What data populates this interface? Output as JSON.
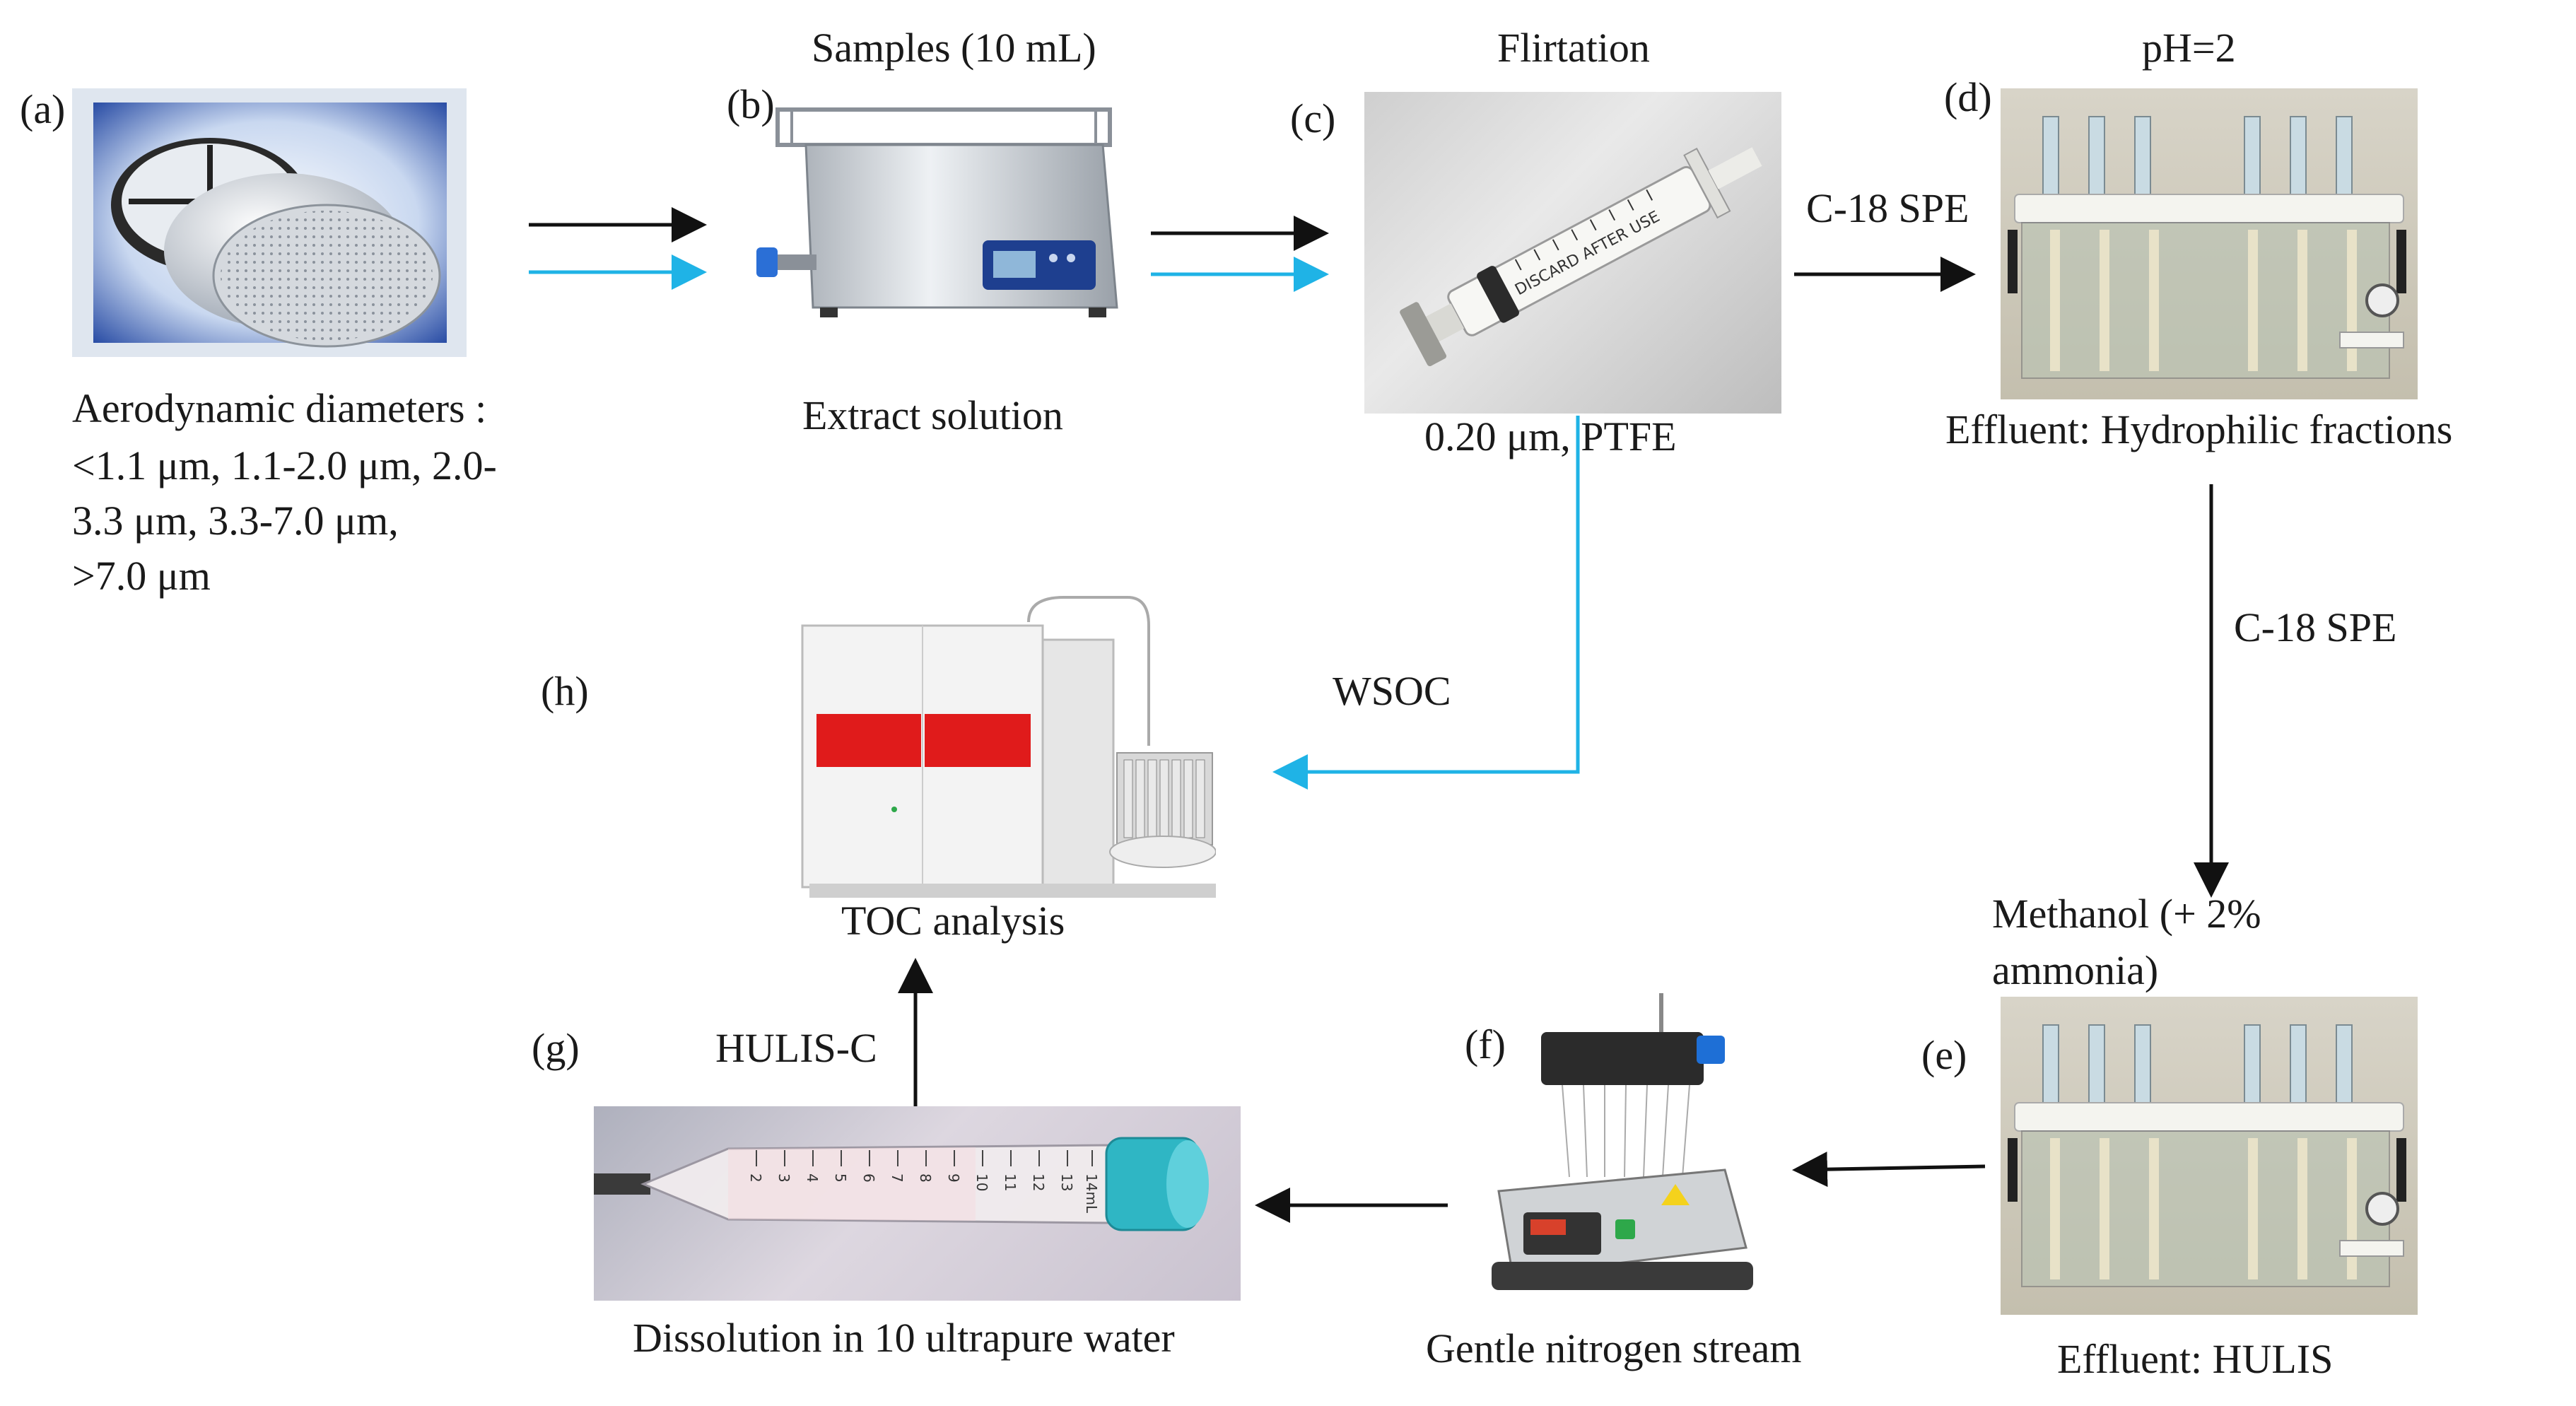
{
  "panels": {
    "a": {
      "letter": "(a)",
      "caption": "Aerodynamic diameters :",
      "lines": [
        " <1.1 μm, 1.1-2.0 μm, 2.0-",
        "3.3 μm, 3.3-7.0 μm,",
        " >7.0 μm"
      ]
    },
    "b": {
      "letter": "(b)",
      "title": "Samples (10 mL)",
      "caption": "Extract solution"
    },
    "c": {
      "letter": "(c)",
      "title": "Flirtation",
      "caption": "0.20 μm, PTFE"
    },
    "d": {
      "letter": "(d)",
      "title": "pH=2",
      "caption": "Effluent: Hydrophilic fractions"
    },
    "e": {
      "letter": "(e)",
      "title": "Methanol (+ 2%",
      "title2": "ammonia)",
      "caption": "Effluent: HULIS"
    },
    "f": {
      "letter": "(f)",
      "caption": "Gentle nitrogen stream"
    },
    "g": {
      "letter": "(g)",
      "caption": "Dissolution in 10 ultrapure water"
    },
    "h": {
      "letter": "(h)",
      "caption": "TOC analysis"
    }
  },
  "arrow_labels": {
    "c_to_d": "C-18 SPE",
    "d_to_e": "C-18 SPE",
    "wsoc": "WSOC",
    "hulis_c": "HULIS-C"
  },
  "device_labels": {
    "syringe_text": "DISCARD AFTER USE",
    "tube_numbers": [
      "2",
      "3",
      "4",
      "5",
      "6",
      "7",
      "8",
      "9",
      "10",
      "11",
      "12",
      "13",
      "14mL"
    ]
  },
  "colors": {
    "black_arrow": "#111111",
    "blue_arrow": "#1fb3e6",
    "toc_red": "#e01b1b",
    "cap_teal": "#2fb6c4"
  }
}
